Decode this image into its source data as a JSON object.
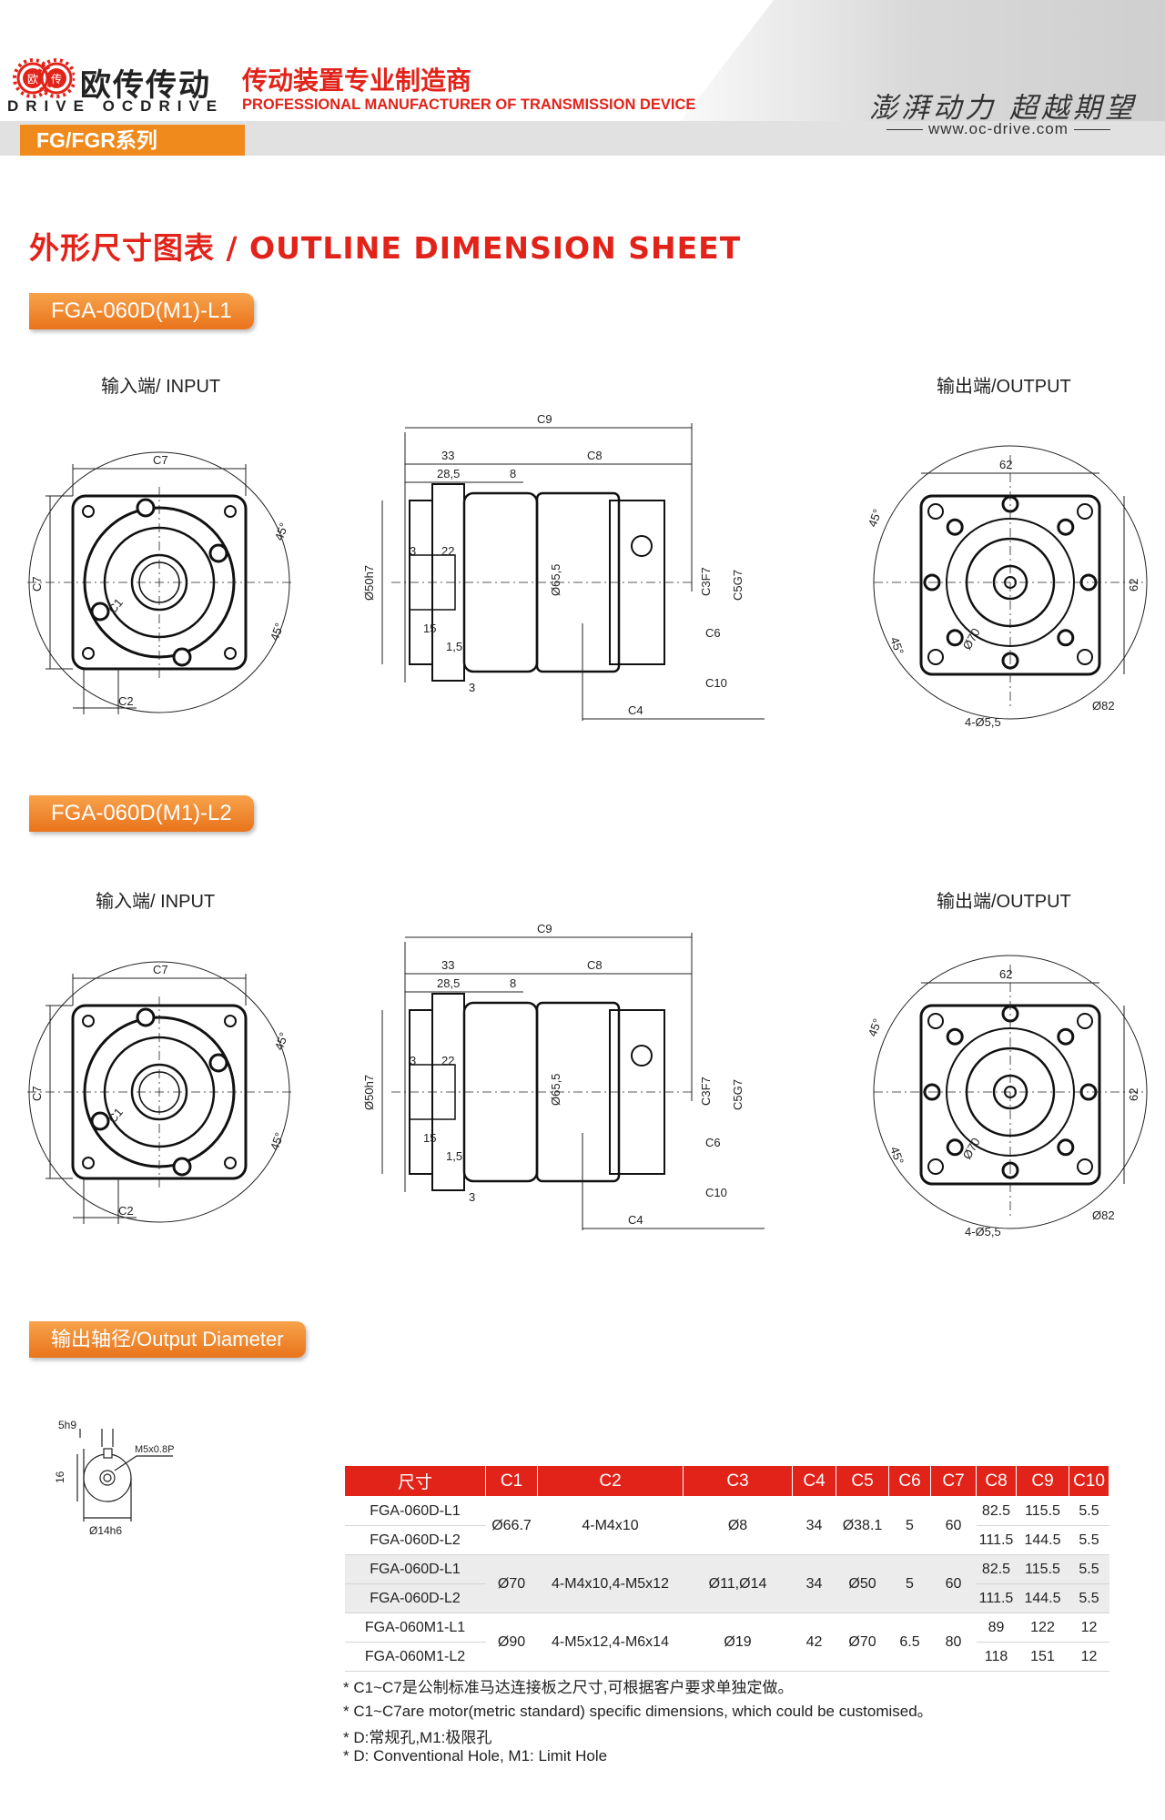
{
  "header": {
    "brand_cn": "欧传传动",
    "brand_en": "DRIVE OCDRIVE",
    "logo_char_left": "欧",
    "logo_char_right": "传",
    "tagline_cn": "传动装置专业制造商",
    "tagline_en": "PROFESSIONAL MANUFACTURER OF TRANSMISSION DEVICE",
    "slogan": "澎湃动力 超越期望",
    "website": "www.oc-drive.com",
    "series": "FG/FGR系列",
    "colors": {
      "red": "#e2231a",
      "orange": "#f08a1c"
    }
  },
  "sheet_title": "外形尺寸图表 / OUTLINE DIMENSION SHEET",
  "models": [
    {
      "name": "FGA-060D(M1)-L1",
      "input_label": "输入端/ INPUT",
      "output_label": "输出端/OUTPUT"
    },
    {
      "name": "FGA-060D(M1)-L2",
      "input_label": "输入端/ INPUT",
      "output_label": "输出端/OUTPUT"
    }
  ],
  "dim_labels": {
    "c7": "C7",
    "c2": "C2",
    "c1": "C1",
    "a45": "45°",
    "c9": "C9",
    "c8": "C8",
    "d33": "33",
    "d285": "28,5",
    "d8": "8",
    "d3": "3",
    "d22": "22",
    "d15": "15",
    "d15b": "1,5",
    "d50": "Ø50h7",
    "d655": "Ø65,5",
    "c3": "C3F7",
    "c5": "C5G7",
    "c6": "C6",
    "c10": "C10",
    "c4": "C4",
    "d62": "62",
    "d70": "Ø70",
    "holes": "4-Ø5,5",
    "d82": "Ø82"
  },
  "output_diameter": {
    "title": "输出轴径/Output Diameter",
    "key": "5h9",
    "height": "16",
    "thread": "M5x0.8P",
    "dia": "Ø14h6"
  },
  "table": {
    "headers": [
      "尺寸",
      "C1",
      "C2",
      "C3",
      "C4",
      "C5",
      "C6",
      "C7",
      "C8",
      "C9",
      "C10"
    ],
    "groups": [
      {
        "shaded": false,
        "c1": "Ø66.7",
        "c2": "4-M4x10",
        "c3": "Ø8",
        "c4": "34",
        "c5": "Ø38.1",
        "c6": "5",
        "c7": "60",
        "rows": [
          {
            "model": "FGA-060D-L1",
            "c8": "82.5",
            "c9": "115.5",
            "c10": "5.5"
          },
          {
            "model": "FGA-060D-L2",
            "c8": "111.5",
            "c9": "144.5",
            "c10": "5.5"
          }
        ]
      },
      {
        "shaded": true,
        "c1": "Ø70",
        "c2": "4-M4x10,4-M5x12",
        "c3": "Ø11,Ø14",
        "c4": "34",
        "c5": "Ø50",
        "c6": "5",
        "c7": "60",
        "rows": [
          {
            "model": "FGA-060D-L1",
            "c8": "82.5",
            "c9": "115.5",
            "c10": "5.5"
          },
          {
            "model": "FGA-060D-L2",
            "c8": "111.5",
            "c9": "144.5",
            "c10": "5.5"
          }
        ]
      },
      {
        "shaded": false,
        "c1": "Ø90",
        "c2": "4-M5x12,4-M6x14",
        "c3": "Ø19",
        "c4": "42",
        "c5": "Ø70",
        "c6": "6.5",
        "c7": "80",
        "rows": [
          {
            "model": "FGA-060M1-L1",
            "c8": "89",
            "c9": "122",
            "c10": "12"
          },
          {
            "model": "FGA-060M1-L2",
            "c8": "118",
            "c9": "151",
            "c10": "12"
          }
        ]
      }
    ]
  },
  "notes": [
    "* C1~C7是公制标准马达连接板之尺寸,可根据客户要求单独定做。",
    "* C1~C7are motor(metric standard)  specific dimensions, which could be customised。",
    "* D:常规孔,M1:极限孔",
    "* D: Conventional Hole, M1: Limit Hole"
  ]
}
